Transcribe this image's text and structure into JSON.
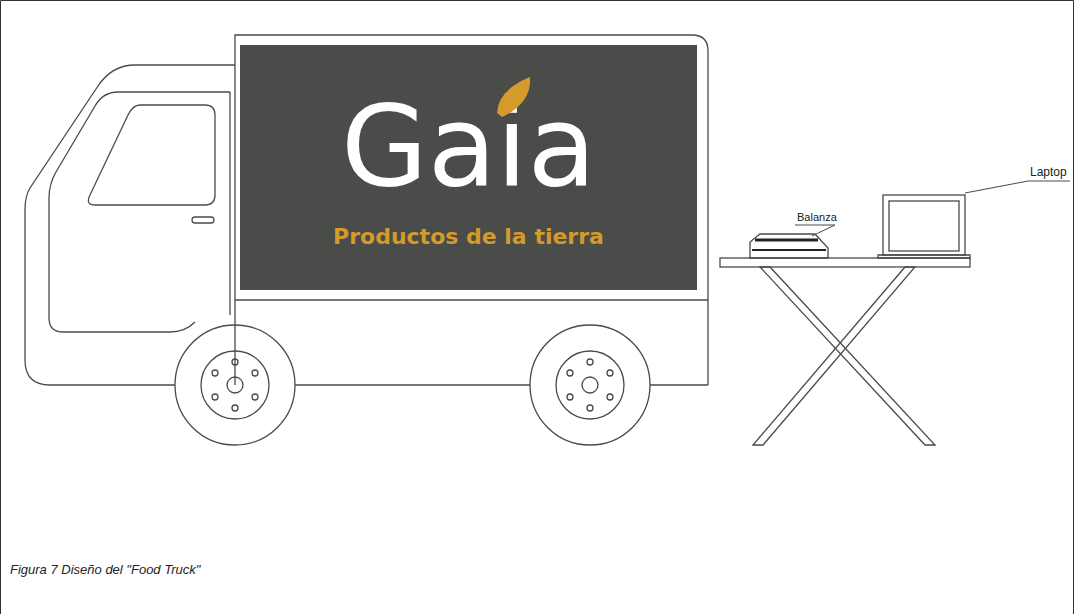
{
  "diagram": {
    "caption": "Figura 7 Diseño del \"Food Truck\"",
    "nodes": [
      {
        "text": [
          "Gaia",
          "Productos de la tierra"
        ]
      }
    ],
    "labels": [
      "Balanza",
      "Laptop"
    ]
  }
}
